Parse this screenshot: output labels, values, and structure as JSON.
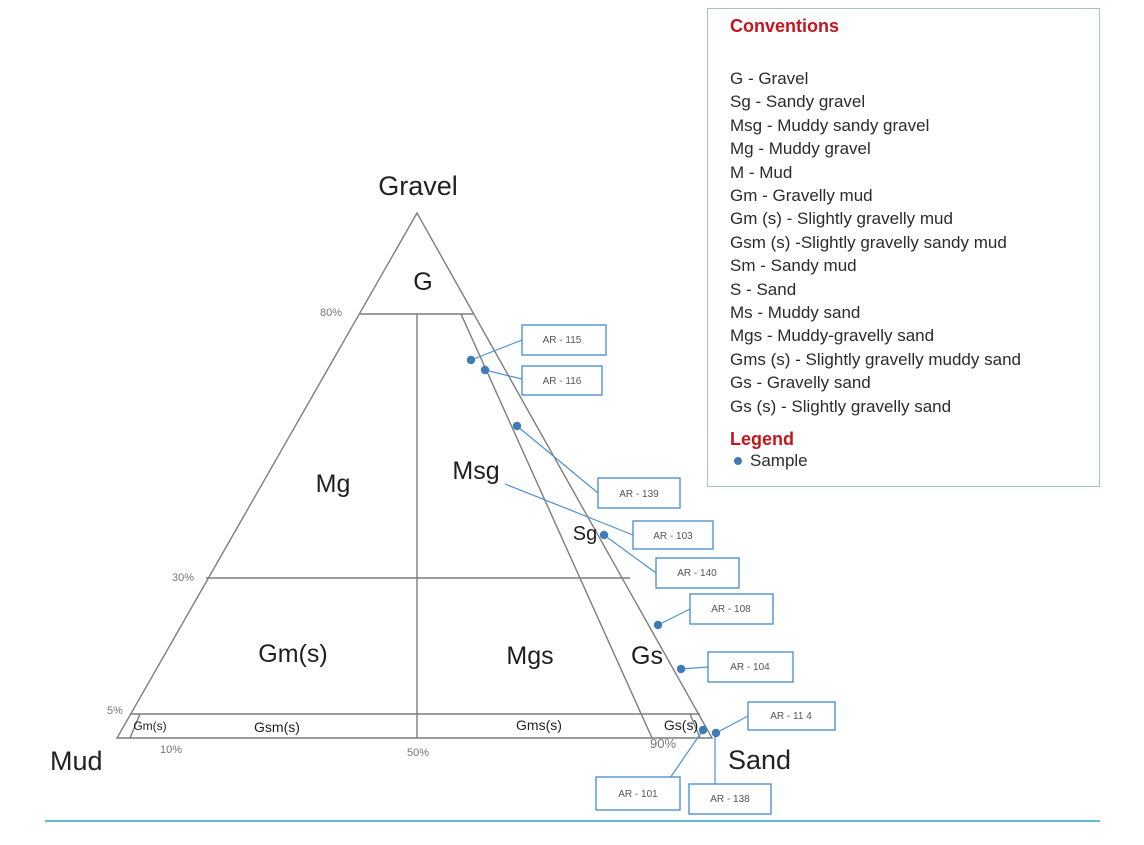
{
  "vertices": {
    "top": "Gravel",
    "left": "Mud",
    "right": "Sand"
  },
  "percent_labels": {
    "p80": "80%",
    "p30": "30%",
    "p5": "5%",
    "p10": "10%",
    "p50": "50%",
    "p90": "90%"
  },
  "regions": {
    "G": "G",
    "Mg": "Mg",
    "Msg": "Msg",
    "Sg": "Sg",
    "Gms": "Gm(s)",
    "Mgs": "Mgs",
    "Gs": "Gs",
    "Gm_s_small": "Gm(s)",
    "Gsm_s": "Gsm(s)",
    "Gms_s": "Gms(s)",
    "Gs_s": "Gs(s)"
  },
  "samples": {
    "AR115": "AR - 115",
    "AR116": "AR - 116",
    "AR139": "AR - 139",
    "AR103": "AR - 103",
    "AR140": "AR - 140",
    "AR108": "AR - 108",
    "AR104": "AR - 104",
    "AR114": "AR - 11 4",
    "AR101": "AR - 101",
    "AR138": "AR - 138"
  },
  "conventions": {
    "title": "Conventions",
    "items": [
      "G - Gravel",
      "Sg - Sandy gravel",
      "Msg - Muddy sandy gravel",
      "Mg - Muddy gravel",
      "M - Mud",
      "Gm - Gravelly mud",
      "Gm (s) - Slightly gravelly mud",
      "Gsm (s) -Slightly gravelly sandy mud",
      "Sm - Sandy mud",
      "S - Sand",
      "Ms - Muddy sand",
      "Mgs - Muddy-gravelly sand",
      "Gms (s) - Slightly gravelly muddy sand",
      "Gs - Gravelly sand",
      "Gs (s) - Slightly gravelly sand"
    ]
  },
  "legend": {
    "title": "Legend",
    "sample": "Sample"
  },
  "colors": {
    "triangle_line": "#7d7d7d",
    "sample_dot": "#3f7bb6",
    "callout_border": "#4f93cf",
    "conventions_title": "#c4161c",
    "panel_border": "#9cc3df",
    "bottom_rule": "#2aa3b8"
  }
}
